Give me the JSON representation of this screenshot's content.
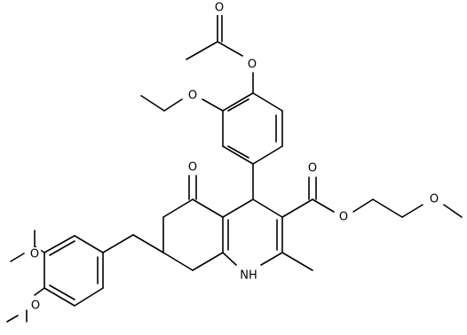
{
  "diagram": {
    "type": "chemical-structure",
    "atom_labels": {
      "o_acetyl_carbonyl": "O",
      "o_acetyl_ester": "O",
      "o_ethoxy": "O",
      "o_ketone": "O",
      "o_ester_carbonyl": "O",
      "o_ester_single": "O",
      "o_methoxyethyl": "O",
      "nh": "NH",
      "o_methoxy_upper": "O",
      "o_methoxy_lower": "O"
    }
  }
}
